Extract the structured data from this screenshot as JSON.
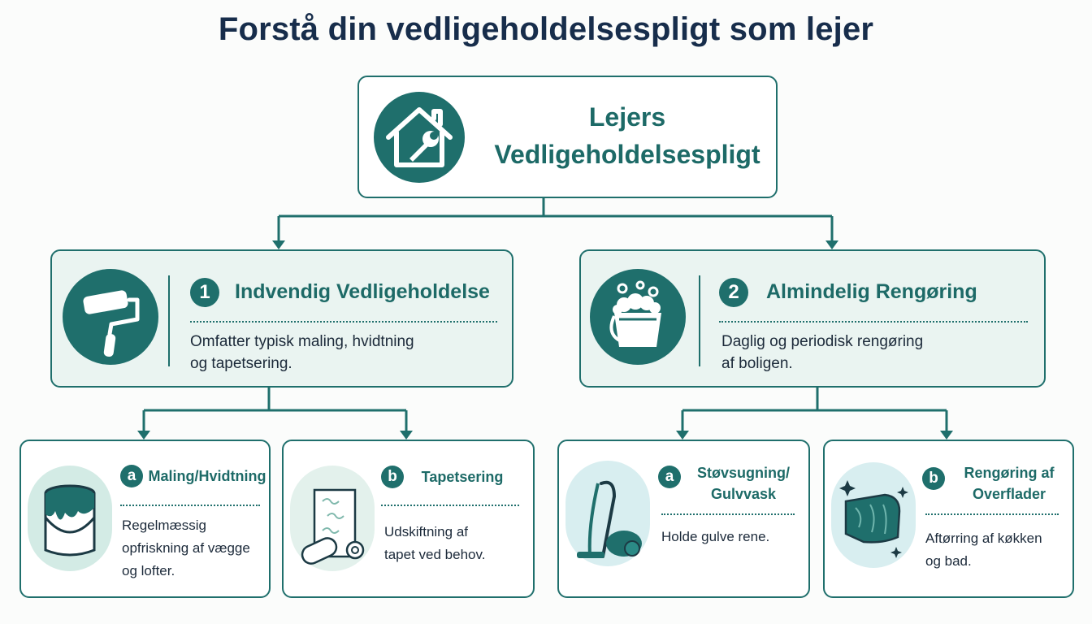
{
  "title": "Forstå din vedligeholdelsespligt som lejer",
  "colors": {
    "primary": "#1f6f6c",
    "tint": "#eaf4f1",
    "light": "#d3ebe5",
    "title": "#172d4b"
  },
  "root": {
    "title_line1": "Lejers",
    "title_line2": "Vedligeholdelsespligt",
    "icon": "house-wrench-icon"
  },
  "level1": [
    {
      "number": "1",
      "title": "Indvendig Vedligeholdelse",
      "desc_line1": "Omfatter typisk maling, hvidtning",
      "desc_line2": "og tapetsering.",
      "icon": "paint-roller-icon"
    },
    {
      "number": "2",
      "title": "Almindelig Rengøring",
      "desc_line1": "Daglig og periodisk rengøring",
      "desc_line2": "af boligen.",
      "icon": "soap-bucket-icon"
    }
  ],
  "level2": [
    {
      "letter": "a",
      "title_line1": "Maling/Hvidtning",
      "title_line2": "",
      "desc_line1": "Regelmæssig",
      "desc_line2": "opfriskning af vægge",
      "desc_line3": "og lofter.",
      "icon": "paint-can-icon"
    },
    {
      "letter": "b",
      "title_line1": "Tapetsering",
      "title_line2": "",
      "desc_line1": "Udskiftning af",
      "desc_line2": "tapet ved behov.",
      "desc_line3": "",
      "icon": "wallpaper-roll-icon"
    },
    {
      "letter": "a",
      "title_line1": "Støvsugning/",
      "title_line2": "Gulvvask",
      "desc_line1": "Holde gulve rene.",
      "desc_line2": "",
      "desc_line3": "",
      "icon": "vacuum-cleaner-icon"
    },
    {
      "letter": "b",
      "title_line1": "Rengøring af",
      "title_line2": "Overflader",
      "desc_line1": "Aftørring af køkken",
      "desc_line2": "og bad.",
      "desc_line3": "",
      "icon": "cleaning-sponge-icon"
    }
  ]
}
